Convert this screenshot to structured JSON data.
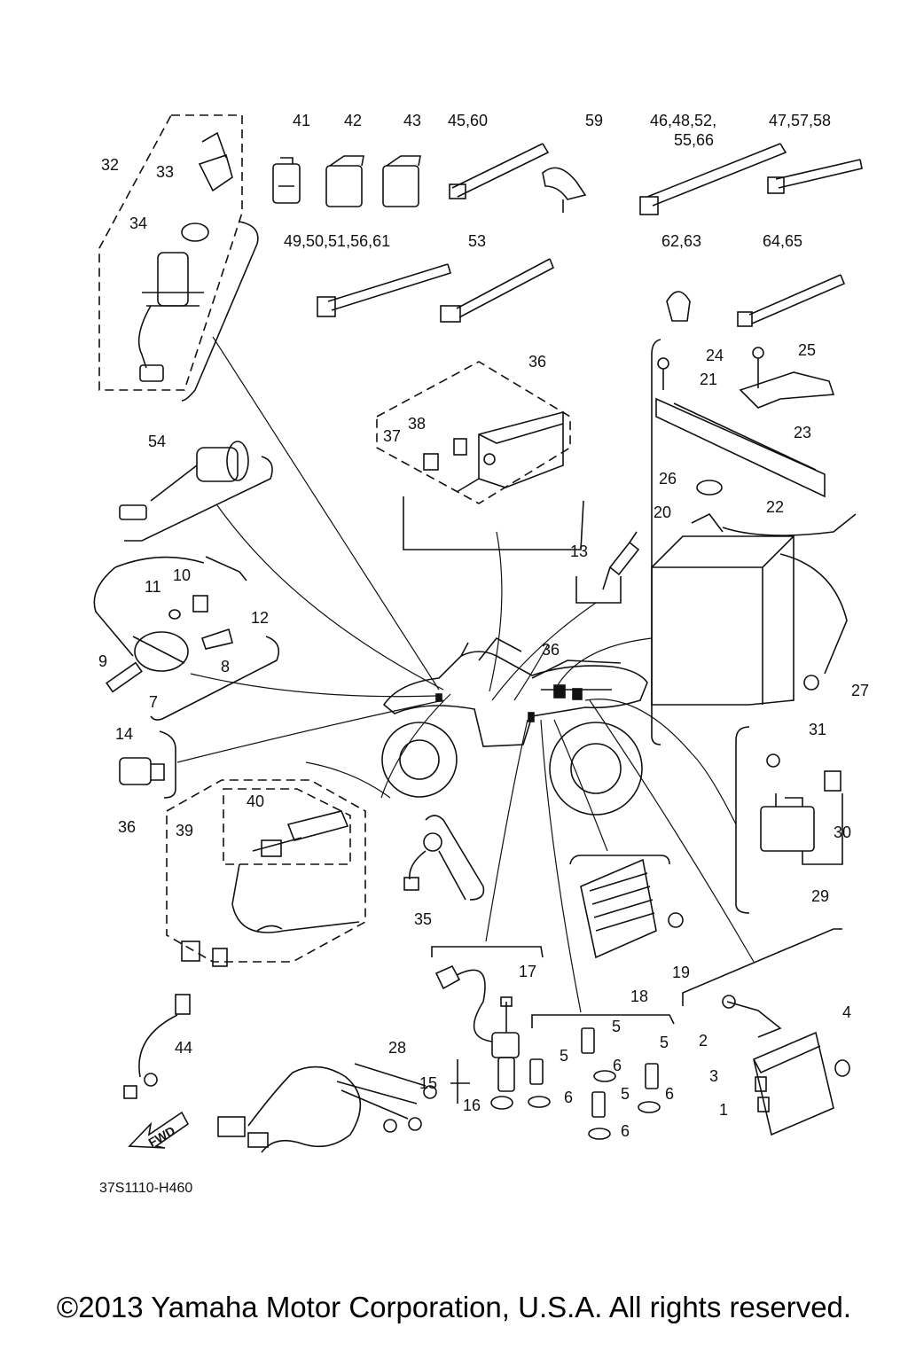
{
  "diagram": {
    "part_code": "37S1110-H460",
    "fwd_label": "FWD",
    "callouts": [
      {
        "id": "c41",
        "text": "41"
      },
      {
        "id": "c42",
        "text": "42"
      },
      {
        "id": "c43",
        "text": "43"
      },
      {
        "id": "c45",
        "text": "45,60"
      },
      {
        "id": "c59",
        "text": "59"
      },
      {
        "id": "c46a",
        "text": "46,48,52,"
      },
      {
        "id": "c46b",
        "text": "55,66"
      },
      {
        "id": "c47",
        "text": "47,57,58"
      },
      {
        "id": "c32",
        "text": "32"
      },
      {
        "id": "c33",
        "text": "33"
      },
      {
        "id": "c34",
        "text": "34"
      },
      {
        "id": "c49",
        "text": "49,50,51,56,61"
      },
      {
        "id": "c53",
        "text": "53"
      },
      {
        "id": "c62",
        "text": "62,63"
      },
      {
        "id": "c64",
        "text": "64,65"
      },
      {
        "id": "c36a",
        "text": "36"
      },
      {
        "id": "c38",
        "text": "38"
      },
      {
        "id": "c37",
        "text": "37"
      },
      {
        "id": "c24",
        "text": "24"
      },
      {
        "id": "c25",
        "text": "25"
      },
      {
        "id": "c21",
        "text": "21"
      },
      {
        "id": "c23",
        "text": "23"
      },
      {
        "id": "c54",
        "text": "54"
      },
      {
        "id": "c26",
        "text": "26"
      },
      {
        "id": "c22",
        "text": "22"
      },
      {
        "id": "c20",
        "text": "20"
      },
      {
        "id": "c13",
        "text": "13"
      },
      {
        "id": "c10",
        "text": "10"
      },
      {
        "id": "c11",
        "text": "11"
      },
      {
        "id": "c12",
        "text": "12"
      },
      {
        "id": "c9",
        "text": "9"
      },
      {
        "id": "c8",
        "text": "8"
      },
      {
        "id": "c7",
        "text": "7"
      },
      {
        "id": "c36b",
        "text": "36"
      },
      {
        "id": "c27",
        "text": "27"
      },
      {
        "id": "c14",
        "text": "14"
      },
      {
        "id": "c31",
        "text": "31"
      },
      {
        "id": "c40",
        "text": "40"
      },
      {
        "id": "c36c",
        "text": "36"
      },
      {
        "id": "c39",
        "text": "39"
      },
      {
        "id": "c30",
        "text": "30"
      },
      {
        "id": "c29",
        "text": "29"
      },
      {
        "id": "c35",
        "text": "35"
      },
      {
        "id": "c19",
        "text": "19"
      },
      {
        "id": "c18",
        "text": "18"
      },
      {
        "id": "c17",
        "text": "17"
      },
      {
        "id": "c44",
        "text": "44"
      },
      {
        "id": "c5a",
        "text": "5"
      },
      {
        "id": "c5b",
        "text": "5"
      },
      {
        "id": "c5c",
        "text": "5"
      },
      {
        "id": "c5d",
        "text": "5"
      },
      {
        "id": "c6a",
        "text": "6"
      },
      {
        "id": "c6b",
        "text": "6"
      },
      {
        "id": "c6c",
        "text": "6"
      },
      {
        "id": "c6d",
        "text": "6"
      },
      {
        "id": "c2",
        "text": "2"
      },
      {
        "id": "c4",
        "text": "4"
      },
      {
        "id": "c3",
        "text": "3"
      },
      {
        "id": "c1",
        "text": "1"
      },
      {
        "id": "c28",
        "text": "28"
      },
      {
        "id": "c15",
        "text": "15"
      },
      {
        "id": "c16",
        "text": "16"
      }
    ]
  },
  "footer": {
    "copyright": "©2013 Yamaha Motor Corporation, U.S.A. All rights reserved."
  }
}
